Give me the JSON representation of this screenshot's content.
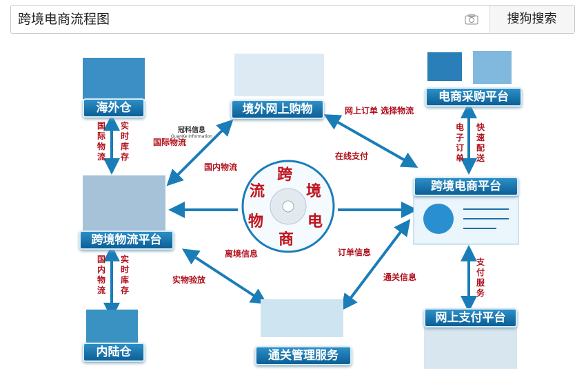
{
  "search": {
    "query": "跨境电商流程图",
    "button_label": "搜狗搜索"
  },
  "diagram": {
    "nodes": {
      "overseas_warehouse": "海外仓",
      "overseas_shopping": "境外网上购物",
      "procurement": "电商采购平台",
      "ecommerce_platform": "跨境电商平台",
      "logistics_platform": "跨境物流平台",
      "inland_warehouse": "内陆仓",
      "customs": "通关管理服务",
      "payment": "网上支付平台"
    },
    "center": [
      "跨",
      "境",
      "电",
      "商",
      "物",
      "流"
    ],
    "labels": {
      "intl_logistics": "国际物流",
      "realtime_stock": "实时库存",
      "domestic_logistics": "国内物流",
      "intl_logistics_diag": "国际物流",
      "domestic_logistics_diag": "国内物流",
      "order_select": "网上订单  选择物流",
      "online_pay": "在线支付",
      "e_order": "电子订单",
      "fast_delivery": "快速配送",
      "pay_service": "支付服务",
      "exit_info": "离境信息",
      "inspection": "实物验放",
      "order_info": "订单信息",
      "customs_info": "通关信息",
      "realtime_stock2": "实时库存"
    },
    "logo": {
      "name": "冠科信息",
      "sub": "GuanKe Information"
    },
    "colors": {
      "accent": "#1a7db8",
      "label": "#b0101c"
    }
  }
}
